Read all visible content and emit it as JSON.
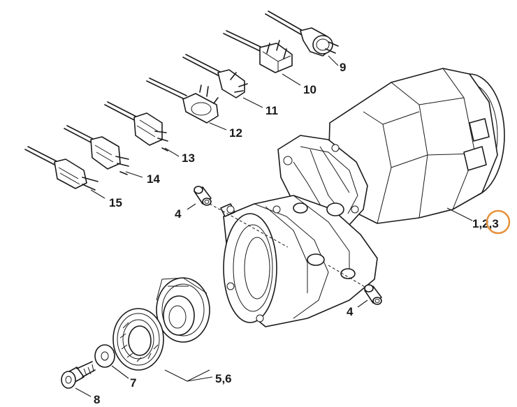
{
  "callouts": {
    "c9": "9",
    "c10": "10",
    "c11": "11",
    "c12": "12",
    "c13": "13",
    "c14": "14",
    "c15": "15",
    "c4a": "4",
    "c4b": "4",
    "c123": "1,2,3",
    "c56": "5,6",
    "c7": "7",
    "c8": "8"
  },
  "highlight": {
    "target": "3",
    "color": "#e8913a"
  }
}
